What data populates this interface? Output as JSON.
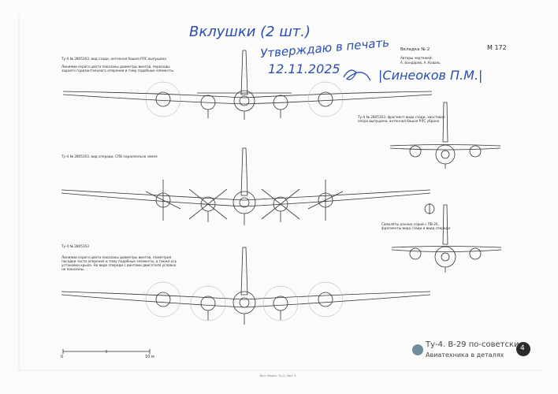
{
  "handwriting": {
    "line1": "Вклушки (2 шт.)",
    "line2": "Утверждаю в печать",
    "date": "12.11.2025",
    "signature_name": "|Синеоков П.М.|"
  },
  "header": {
    "insert_label": "Вкладка № 2",
    "page_code": "М 172",
    "authors_label": "Авторы чертежей:",
    "authors_names": "А. Бондарев, А. Коваль"
  },
  "views": [
    {
      "caption": "Ту-4 № 2805103, вид сзади, антенная башня РЛС выпущена"
    },
    {
      "caption": "Ту-4 № 2805103, фрагмент вида сзади, хвостовая\nопора выпущена, антенная башня РЛС убрана"
    },
    {
      "caption": "Ту-4 № 2805103, вид спереди, СПВ параллельно земле"
    },
    {
      "caption": "Самолёты ранних серий с ПВ-20,\nфрагменты вида сзади и вида спереди"
    },
    {
      "caption": "Ту-4 № 2805103"
    }
  ],
  "notes": {
    "top": "Линиями серого цвета показаны диаметры винтов, переходы\nзаднего горизонтального оперения и тому подобные элементы.",
    "bottom": "Линиями серого цвета показаны диаметры винтов, геометрия\nпосадки части оперения и тому подобные элементы, а также ось\nустановки крыла. На виде спереди с винтами двигателя условно\nне показаны."
  },
  "scale": {
    "zero": "0",
    "ten": "10 м"
  },
  "title": {
    "main": "Ту-4. В-29 по-советски",
    "subtitle": "Авиатехника в деталях"
  },
  "page_number": "4",
  "footer": "Вкл. Модел. Ту-4. Лист 4"
}
